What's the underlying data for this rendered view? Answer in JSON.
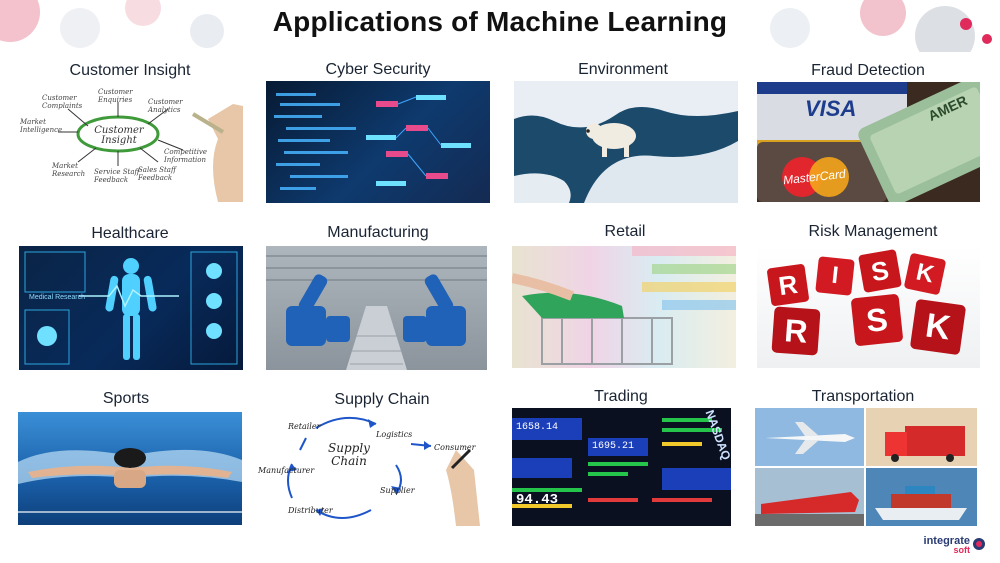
{
  "title": "Applications of Machine Learning",
  "tiles": [
    {
      "label": "Customer Insight",
      "icon": "customer-insight-mindmap"
    },
    {
      "label": "Cyber Security",
      "icon": "cyber-security-code-screen"
    },
    {
      "label": "Environment",
      "icon": "polar-bear-on-ice"
    },
    {
      "label": "Fraud Detection",
      "icon": "credit-cards"
    },
    {
      "label": "Healthcare",
      "icon": "medical-body-scan"
    },
    {
      "label": "Manufacturing",
      "icon": "robotic-assembly-line"
    },
    {
      "label": "Retail",
      "icon": "shopping-cart-aisle"
    },
    {
      "label": "Risk Management",
      "icon": "risk-letter-cubes"
    },
    {
      "label": "Sports",
      "icon": "swimmer-butterfly"
    },
    {
      "label": "Supply Chain",
      "icon": "supply-chain-cycle"
    },
    {
      "label": "Trading",
      "icon": "stock-ticker-screens"
    },
    {
      "label": "Transportation",
      "icon": "plane-truck-train-ship"
    }
  ],
  "customer_insight": {
    "center": "Customer Insight",
    "nodes": [
      "Customer Complaints",
      "Customer Enquiries",
      "Customer Analytics",
      "Market Intelligence",
      "Competitive Information",
      "Market Research",
      "Service Staff Feedback",
      "Sales Staff Feedback"
    ]
  },
  "supply_chain": {
    "center": "Supply Chain",
    "nodes": [
      "Retailer",
      "Logistics",
      "Consumer",
      "Manufacturer",
      "Supplier",
      "Distributer"
    ]
  },
  "fraud_text": {
    "visa": "VISA",
    "mastercard": "MasterCard",
    "amex": "AMER"
  },
  "healthcare_text": {
    "research": "Medical Research"
  },
  "risk_letters": [
    "R",
    "I",
    "S",
    "K",
    "R",
    "S",
    "K"
  ],
  "trading_text": {
    "nasdaq": "NASDAQ",
    "n1": "1658.14",
    "n2": "94.43",
    "n3": "1695.21"
  },
  "brand": {
    "line1": "integrate",
    "line2": "soft"
  },
  "colors": {
    "title": "#111111",
    "label": "#1a2433",
    "brand_blue": "#2a3b73",
    "brand_pink": "#e02a5c"
  }
}
